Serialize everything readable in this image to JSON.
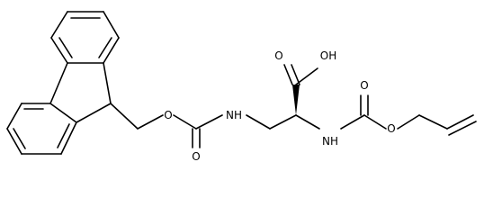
{
  "atoms": {
    "o_ester_fmoc": "O",
    "o_carbonyl_fmoc": "O",
    "n_side": "NH",
    "o_acid_carbonyl": "O",
    "oh_acid": "OH",
    "n_alpha": "NH",
    "o_carbonyl_alloc": "O",
    "o_ester_alloc": "O"
  },
  "colors": {
    "bond": "#000000",
    "label": "#000000",
    "background": "#ffffff"
  }
}
